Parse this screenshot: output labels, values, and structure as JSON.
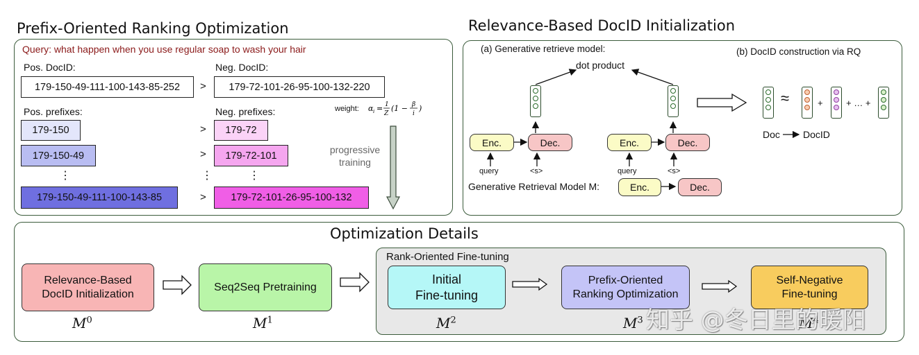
{
  "prefix_panel": {
    "title": "Prefix-Oriented Ranking Optimization",
    "query": "Query: what happen when you use regular soap to wash your hair",
    "pos_docid_label": "Pos. DocID:",
    "neg_docid_label": "Neg. DocID:",
    "pos_docid": "179-150-49-111-100-143-85-252",
    "neg_docid": "179-72-101-26-95-100-132-220",
    "gt": ">",
    "pos_prefixes_label": "Pos. prefixes:",
    "neg_prefixes_label": "Neg. prefixes:",
    "weight_label": "weight:",
    "weight_formula": "αi = 1/Z (1 − β/i)",
    "pos_prefixes": [
      "179-150",
      "179-150-49",
      "179-150-49-111-100-143-85"
    ],
    "neg_prefixes": [
      "179-72",
      "179-72-101",
      "179-72-101-26-95-100-132"
    ],
    "ellipsis": "⋮",
    "progressive_label": "progressive\ntraining"
  },
  "relevance_panel": {
    "title": "Relevance-Based DocID Initialization",
    "part_a": "(a) Generative retrieve model:",
    "part_b": "(b) DocID construction via RQ",
    "dot_product": "dot product",
    "enc": "Enc.",
    "dec": "Dec.",
    "query": "query",
    "start_token": "<s>",
    "model_label": "Generative Retrieval Model M:",
    "approx": "≈",
    "plus": "+",
    "plus_dots": "+ … +",
    "doc": "Doc",
    "docid": "DocID"
  },
  "details_panel": {
    "title": "Optimization Details",
    "rank_title": "Rank-Oriented Fine-tuning",
    "stages": [
      {
        "label": "Relevance-Based\nDocID Initialization",
        "model": "M",
        "sup": "0"
      },
      {
        "label": "Seq2Seq Pretraining",
        "model": "M",
        "sup": "1"
      },
      {
        "label": "Initial\nFine-tuning",
        "model": "M",
        "sup": "2"
      },
      {
        "label": "Prefix-Oriented\nRanking Optimization",
        "model": "M",
        "sup": "3"
      },
      {
        "label": "Self-Negative\nFine-tuning",
        "model": "M",
        "sup": "4"
      }
    ]
  },
  "watermark": "知乎 @冬日里的暖阳",
  "colors": {
    "panel_border": "#3b5b3b",
    "query_text": "#8b1a1a",
    "pos1": "#e3e6fb",
    "pos2": "#b9bdf2",
    "pos3": "#6f6fe0",
    "neg1": "#fbd3f7",
    "neg2": "#f5a6ef",
    "neg3": "#f05ee6",
    "enc": "#fbfbc6",
    "dec": "#f7c6c6",
    "stage0": "#f8b5b5",
    "stage1": "#b9f5a8",
    "stage2": "#b5f7f7",
    "stage3": "#c4c4f7",
    "stage4": "#f8cc5e",
    "rank_bg": "#e8e8e8"
  }
}
